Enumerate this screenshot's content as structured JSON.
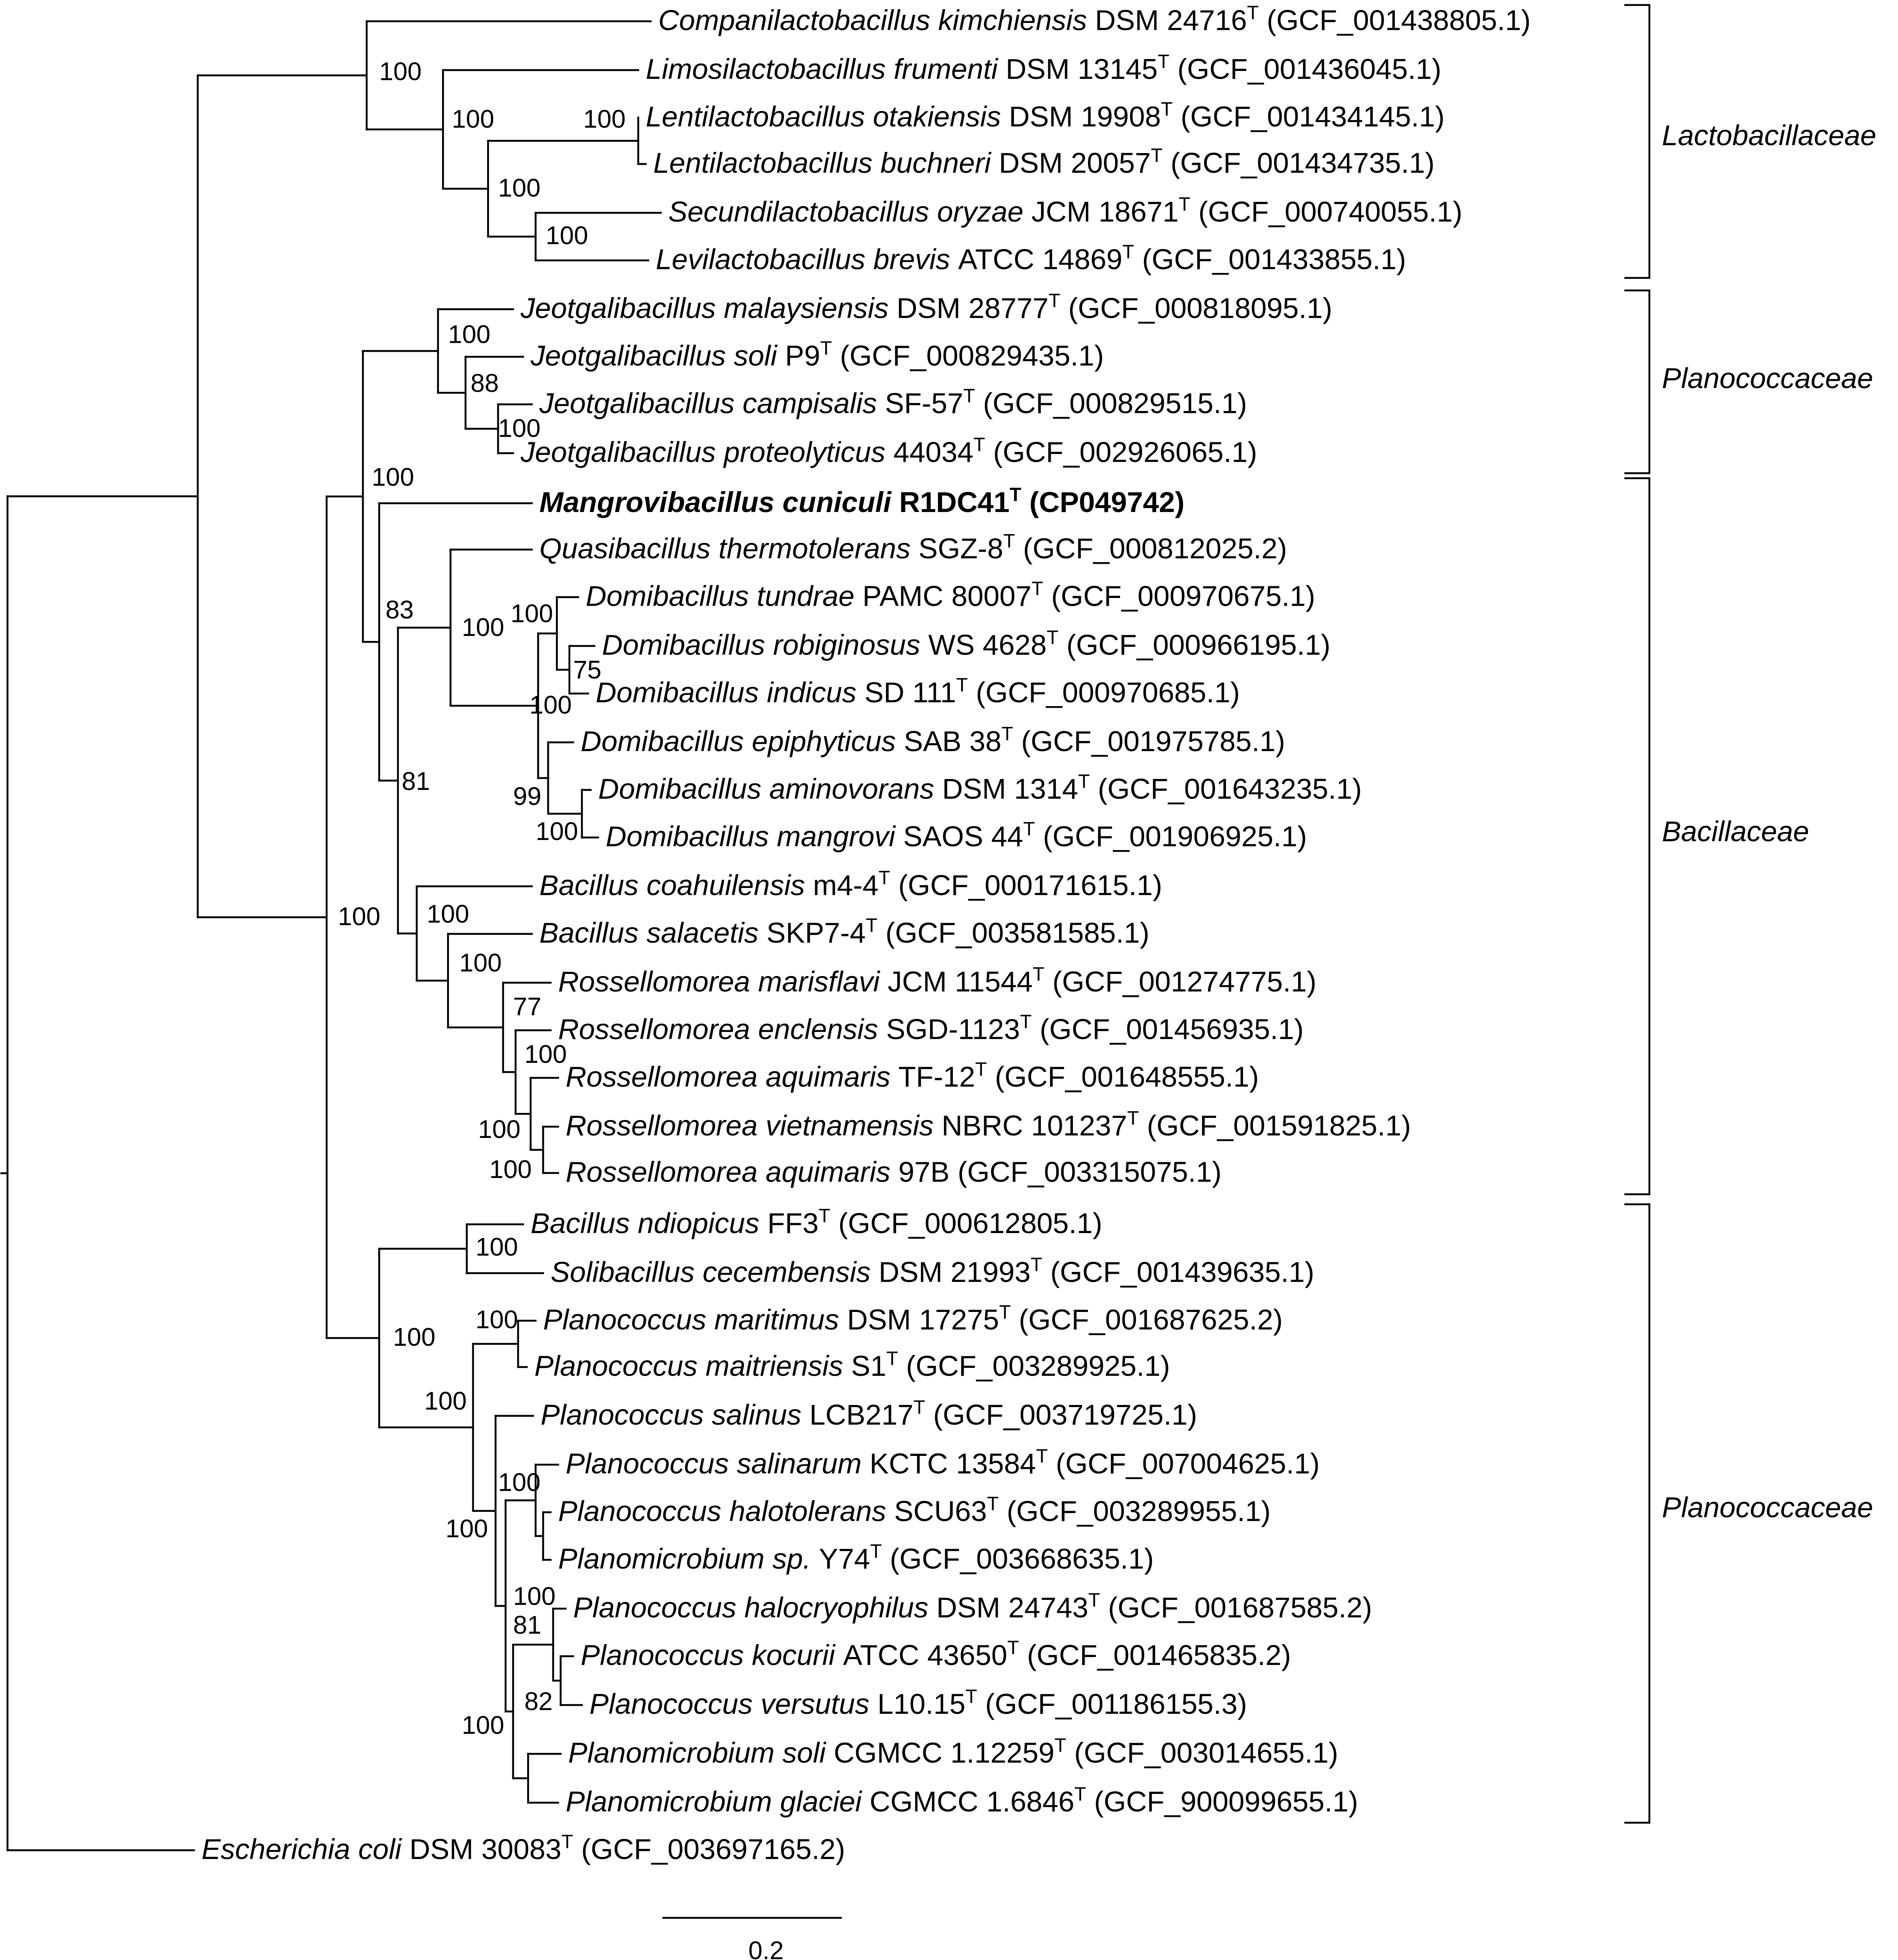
{
  "taxa": [
    {
      "id": "kimchiensis",
      "genus": "Companilactobacillus kimchiensis",
      "strain": "DSM 24716",
      "type": true,
      "acc": "(GCF_001438805.1)"
    },
    {
      "id": "frumenti",
      "genus": "Limosilactobacillus frumenti",
      "strain": "DSM 13145",
      "type": true,
      "acc": "(GCF_001436045.1)"
    },
    {
      "id": "otakiensis",
      "genus": "Lentilactobacillus otakiensis",
      "strain": "DSM 19908",
      "type": true,
      "acc": "(GCF_001434145.1)"
    },
    {
      "id": "buchneri",
      "genus": "Lentilactobacillus buchneri",
      "strain": "DSM 20057",
      "type": true,
      "acc": "(GCF_001434735.1)"
    },
    {
      "id": "oryzae",
      "genus": "Secundilactobacillus oryzae",
      "strain": "JCM 18671",
      "type": true,
      "acc": "(GCF_000740055.1)"
    },
    {
      "id": "brevis",
      "genus": "Levilactobacillus brevis",
      "strain": "ATCC 14869",
      "type": true,
      "acc": "(GCF_001433855.1)"
    },
    {
      "id": "malaysiensis",
      "genus": "Jeotgalibacillus malaysiensis",
      "strain": "DSM 28777",
      "type": true,
      "acc": "(GCF_000818095.1)"
    },
    {
      "id": "jsoli",
      "genus": "Jeotgalibacillus soli",
      "strain": "P9",
      "type": true,
      "acc": "(GCF_000829435.1)"
    },
    {
      "id": "campisalis",
      "genus": "Jeotgalibacillus campisalis",
      "strain": "SF-57",
      "type": true,
      "acc": "(GCF_000829515.1)"
    },
    {
      "id": "proteolyticus",
      "genus": "Jeotgalibacillus proteolyticus",
      "strain": "44034",
      "type": true,
      "acc": "(GCF_002926065.1)"
    },
    {
      "id": "mangro",
      "genus": "Mangrovibacillus cuniculi",
      "strain": "R1DC41",
      "type": true,
      "acc": "(CP049742)",
      "bold": true
    },
    {
      "id": "quasi",
      "genus": "Quasibacillus thermotolerans",
      "strain": "SGZ-8",
      "type": true,
      "acc": "(GCF_000812025.2)"
    },
    {
      "id": "tundrae",
      "genus": "Domibacillus tundrae",
      "strain": "PAMC 80007",
      "type": true,
      "acc": "(GCF_000970675.1)"
    },
    {
      "id": "robig",
      "genus": "Domibacillus robiginosus",
      "strain": "WS 4628",
      "type": true,
      "acc": "(GCF_000966195.1)"
    },
    {
      "id": "indicus",
      "genus": "Domibacillus indicus",
      "strain": "SD 111",
      "type": true,
      "acc": "(GCF_000970685.1)"
    },
    {
      "id": "epiph",
      "genus": "Domibacillus epiphyticus",
      "strain": "SAB 38",
      "type": true,
      "acc": "(GCF_001975785.1)"
    },
    {
      "id": "amino",
      "genus": "Domibacillus aminovorans",
      "strain": "DSM 1314",
      "type": true,
      "acc": "(GCF_001643235.1)"
    },
    {
      "id": "dmangrovi",
      "genus": "Domibacillus mangrovi",
      "strain": "SAOS 44",
      "type": true,
      "acc": "(GCF_001906925.1)"
    },
    {
      "id": "coahu",
      "genus": "Bacillus coahuilensis",
      "strain": "m4-4",
      "type": true,
      "acc": "(GCF_000171615.1)"
    },
    {
      "id": "salac",
      "genus": "Bacillus salacetis",
      "strain": "SKP7-4",
      "type": true,
      "acc": "(GCF_003581585.1)"
    },
    {
      "id": "marisflavi",
      "genus": "Rossellomorea marisflavi",
      "strain": "JCM 11544",
      "type": true,
      "acc": "(GCF_001274775.1)"
    },
    {
      "id": "enclensis",
      "genus": "Rossellomorea enclensis",
      "strain": "SGD-1123",
      "type": true,
      "acc": "(GCF_001456935.1)"
    },
    {
      "id": "aquiTF",
      "genus": "Rossellomorea aquimaris",
      "strain": "TF-12",
      "type": true,
      "acc": "(GCF_001648555.1)"
    },
    {
      "id": "vietn",
      "genus": "Rossellomorea vietnamensis",
      "strain": "NBRC 101237",
      "type": true,
      "acc": "(GCF_001591825.1)"
    },
    {
      "id": "aqui97",
      "genus": "Rossellomorea aquimaris",
      "strain": "97B",
      "type": false,
      "acc": "(GCF_003315075.1)"
    },
    {
      "id": "ndiop",
      "genus": "Bacillus ndiopicus",
      "strain": "FF3",
      "type": true,
      "acc": "(GCF_000612805.1)"
    },
    {
      "id": "cecemb",
      "genus": "Solibacillus cecembensis",
      "strain": "DSM 21993",
      "type": true,
      "acc": "(GCF_001439635.1)"
    },
    {
      "id": "maritimus",
      "genus": "Planococcus maritimus",
      "strain": "DSM 17275",
      "type": true,
      "acc": "(GCF_001687625.2)"
    },
    {
      "id": "maitri",
      "genus": "Planococcus maitriensis",
      "strain": "S1",
      "type": true,
      "acc": "(GCF_003289925.1)"
    },
    {
      "id": "psalinus",
      "genus": "Planococcus salinus",
      "strain": "LCB217",
      "type": true,
      "acc": "(GCF_003719725.1)"
    },
    {
      "id": "salinarum",
      "genus": "Planococcus salinarum",
      "strain": "KCTC 13584",
      "type": true,
      "acc": "(GCF_007004625.1)"
    },
    {
      "id": "halotol",
      "genus": "Planococcus halotolerans",
      "strain": "SCU63",
      "type": true,
      "acc": "(GCF_003289955.1)"
    },
    {
      "id": "y74",
      "genus": "Planomicrobium sp.",
      "strain": "Y74",
      "type": true,
      "acc": "(GCF_003668635.1)"
    },
    {
      "id": "halocryo",
      "genus": "Planococcus halocryophilus",
      "strain": "DSM 24743",
      "type": true,
      "acc": "(GCF_001687585.2)"
    },
    {
      "id": "kocurii",
      "genus": "Planococcus kocurii",
      "strain": "ATCC 43650",
      "type": true,
      "acc": "(GCF_001465835.2)"
    },
    {
      "id": "versutus",
      "genus": "Planococcus versutus",
      "strain": "L10.15",
      "type": true,
      "acc": "(GCF_001186155.3)"
    },
    {
      "id": "pmsoli",
      "genus": "Planomicrobium soli",
      "strain": "CGMCC 1.12259",
      "type": true,
      "acc": "(GCF_003014655.1)"
    },
    {
      "id": "glaciei",
      "genus": "Planomicrobium glaciei",
      "strain": "CGMCC 1.6846",
      "type": true,
      "acc": "(GCF_900099655.1)"
    },
    {
      "id": "ecoli",
      "genus": "Escherichia coli",
      "strain": "DSM 30083",
      "type": true,
      "acc": "(GCF_003697165.2)"
    }
  ],
  "type_strain_mark": "T",
  "bootstrap": [
    "100",
    "100",
    "100",
    "100",
    "100",
    "100",
    "88",
    "100",
    "100",
    "83",
    "100",
    "100",
    "75",
    "100",
    "99",
    "100",
    "81",
    "100",
    "100",
    "100",
    "77",
    "100",
    "100",
    "100",
    "100",
    "100",
    "100",
    "100",
    "100",
    "100",
    "100",
    "81",
    "82",
    "100"
  ],
  "families": [
    {
      "name": "Lactobacillaceae"
    },
    {
      "name": "Planococcaceae"
    },
    {
      "name": "Bacillaceae"
    },
    {
      "name": "Planococcaceae"
    }
  ],
  "scale_bar": {
    "label": "0.2"
  }
}
